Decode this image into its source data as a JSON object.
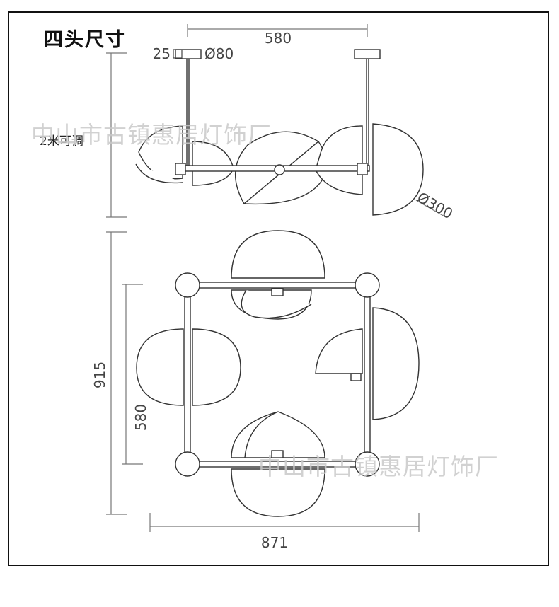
{
  "title": "四头尺寸",
  "rod_note": "2米可调",
  "watermark": "中山市古镇惠居灯饰厂",
  "dimensions": {
    "top_span": "580",
    "canopy_height": "25",
    "canopy_diameter": "Ø80",
    "shade_diameter": "Ø300",
    "plan_height": "915",
    "plan_inner": "580",
    "plan_width": "871"
  },
  "colors": {
    "line": "#333333",
    "dim": "#777777",
    "watermark": "#c9c9c9"
  }
}
